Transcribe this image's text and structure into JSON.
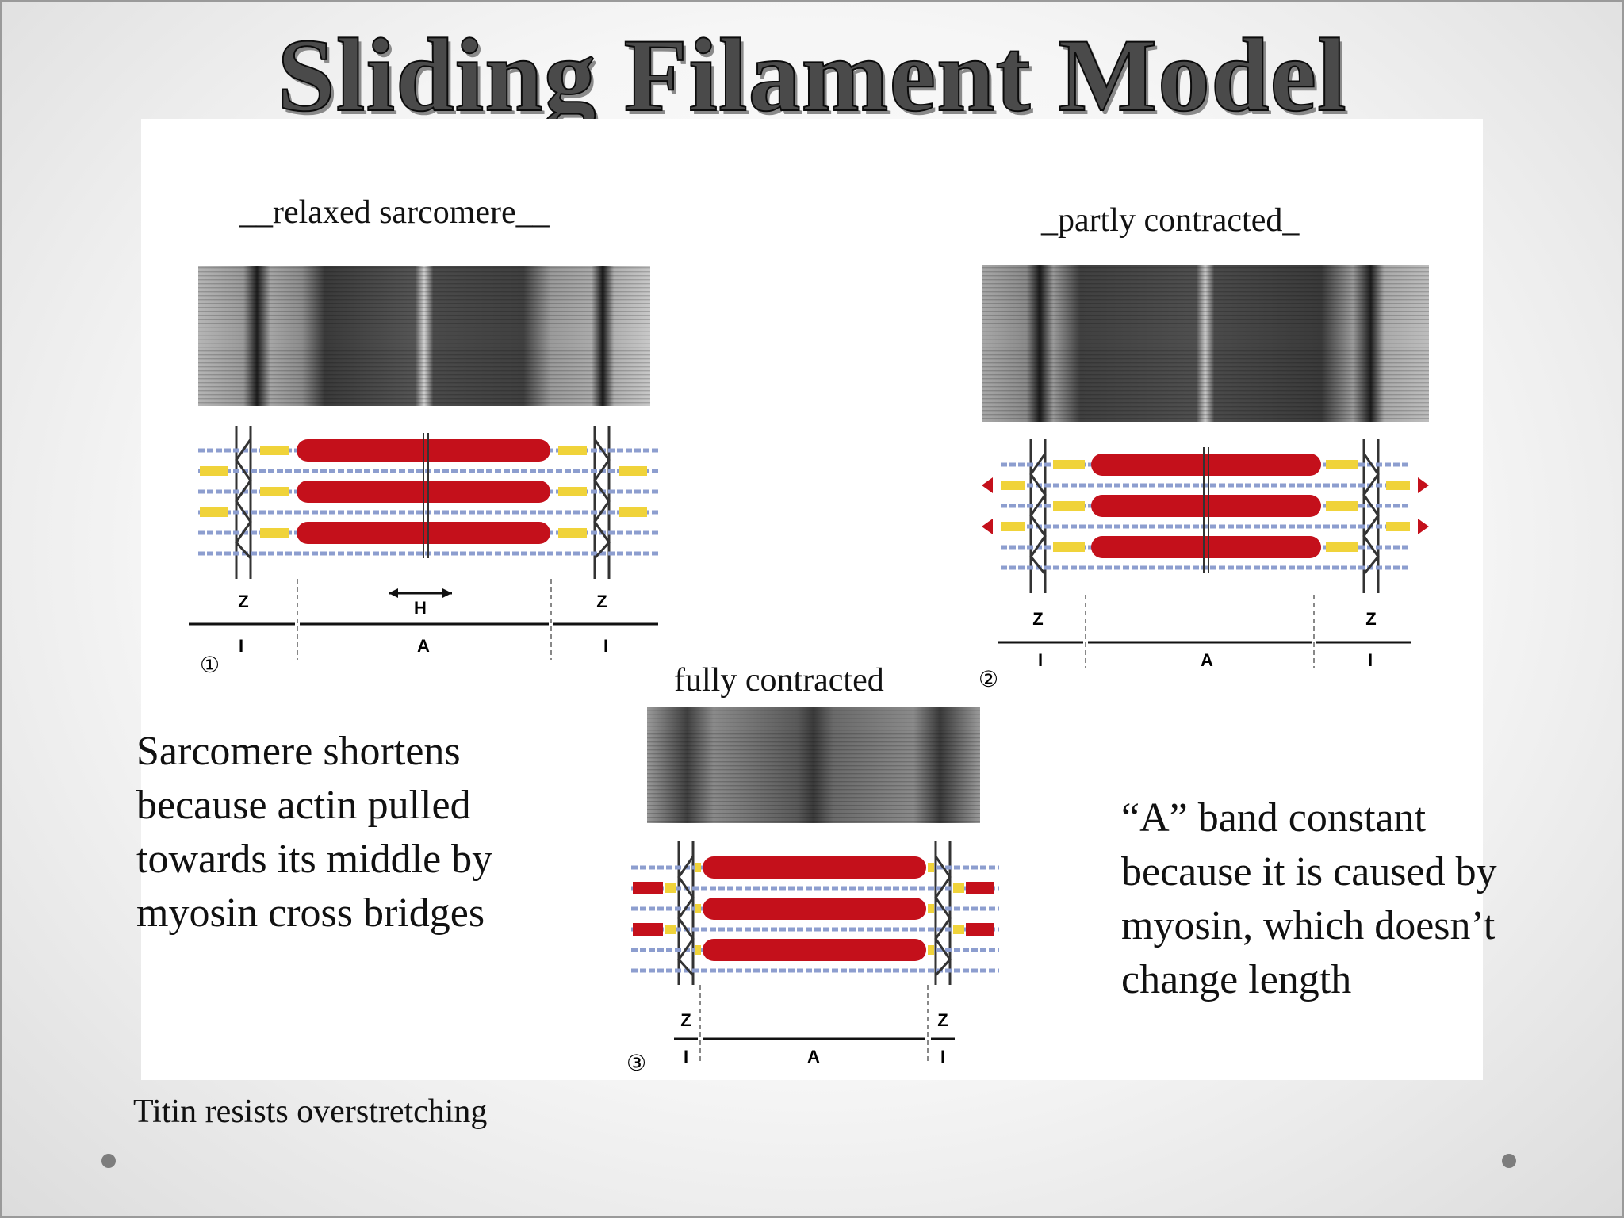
{
  "slide": {
    "title": "Sliding Filament Model",
    "captions": {
      "relaxed": "__relaxed sarcomere__",
      "partly": "_partly contracted_",
      "fully": "fully contracted"
    },
    "left_text": "Sarcomere shortens because actin pulled towards its middle by myosin cross bridges",
    "titin_text": "Titin resists overstretching",
    "right_text": "“A” band constant because it is caused by myosin, which doesn’t change length"
  },
  "diagrams": [
    {
      "id": "relaxed",
      "number": "①",
      "labels": {
        "z": "Z",
        "h": "H",
        "i": "I",
        "a": "A"
      }
    },
    {
      "id": "partly",
      "number": "②",
      "labels": {
        "z": "Z",
        "i": "I",
        "a": "A"
      }
    },
    {
      "id": "fully",
      "number": "③",
      "labels": {
        "z": "Z",
        "i": "I",
        "a": "A"
      }
    }
  ],
  "colors": {
    "myosin": "#c4101b",
    "actin": "#8d9ecf",
    "titin": "#f0d33a",
    "text": "#111111"
  }
}
